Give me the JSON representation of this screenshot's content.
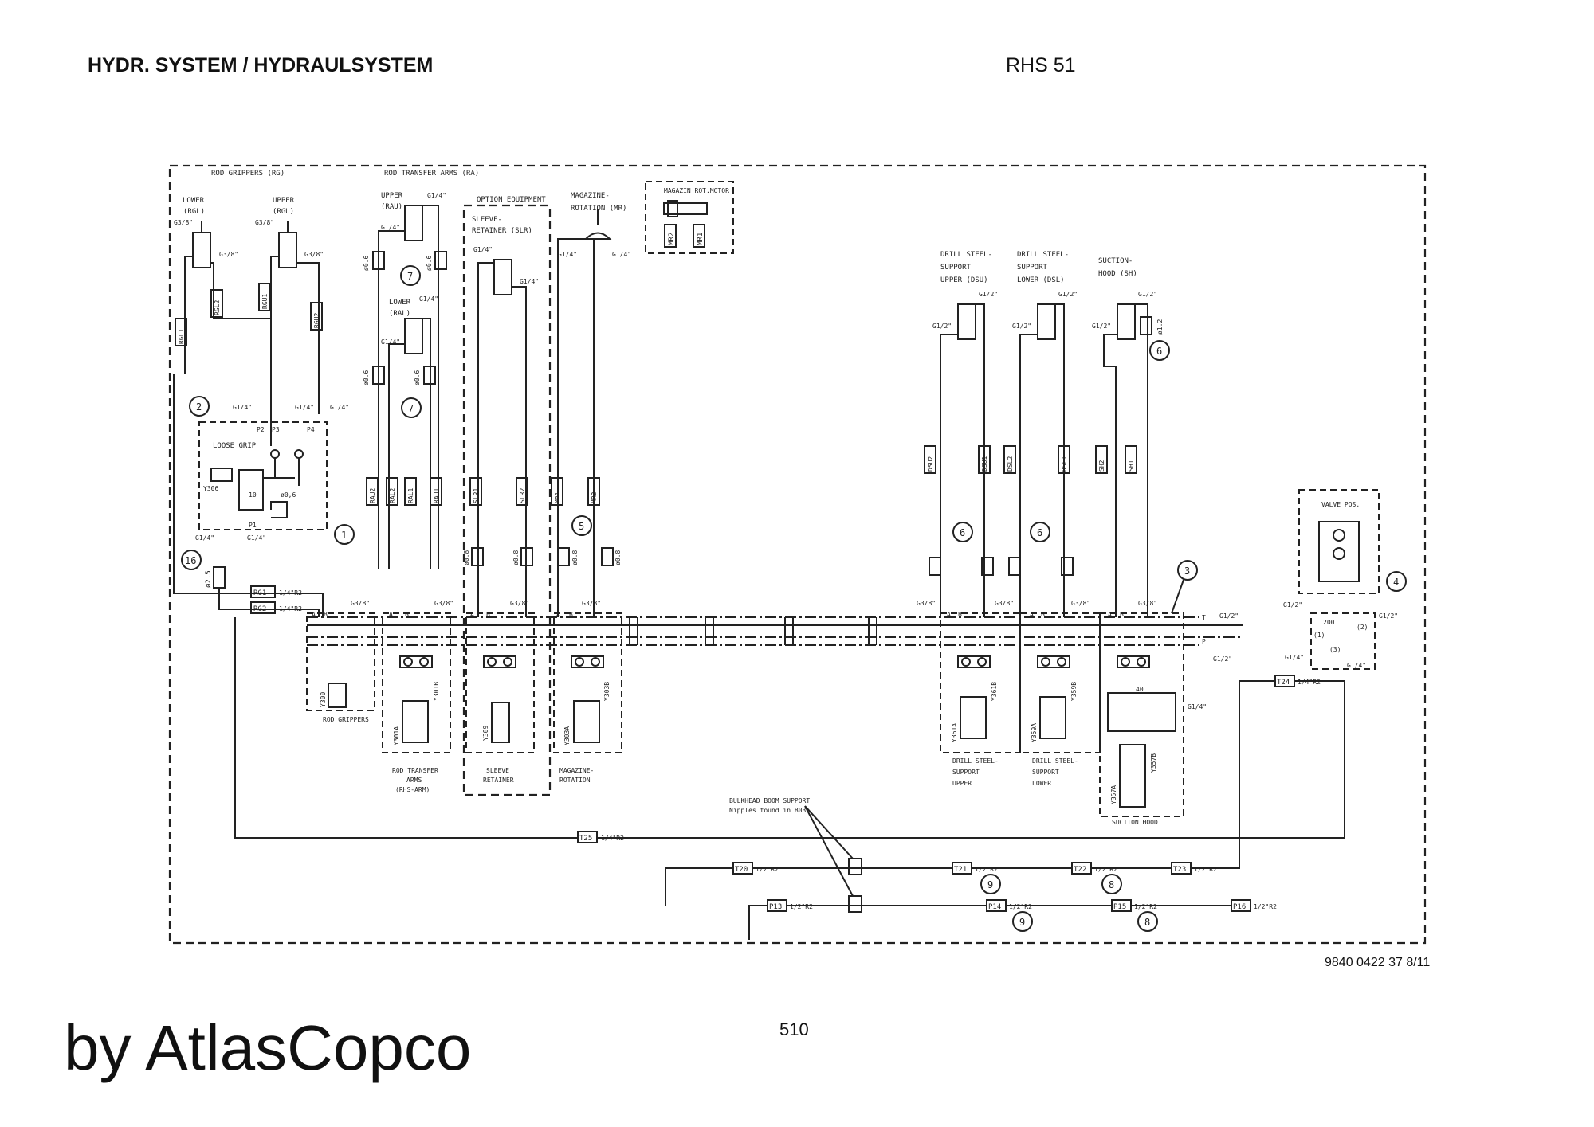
{
  "header": {
    "title_left": "HYDR. SYSTEM / HYDRAULSYSTEM",
    "title_right": "RHS 51"
  },
  "footer": {
    "doc_number": "9840 0422 37 8/11",
    "page_number": "510",
    "brand": "by AtlasCopco"
  },
  "groups": {
    "rod_grippers": "ROD GRIPPERS (RG)",
    "rod_transfer_arms": "ROD TRANSFER ARMS (RA)",
    "option_equipment": "OPTION EQUIPMENT",
    "magazine_rotation": "MAGAZINE-",
    "magazine_rotation_2": "ROTATION (MR)",
    "magazin_rot_motor": "MAGAZIN ROT.MOTOR",
    "valve_pos": "VALVE POS."
  },
  "cylinders": {
    "lower_rg": [
      "LOWER",
      "(RGL)"
    ],
    "upper_rg": [
      "UPPER",
      "(RGU)"
    ],
    "upper_ra": [
      "UPPER",
      "(RAU)"
    ],
    "lower_ra": [
      "LOWER",
      "(RAL)"
    ],
    "sleeve": [
      "SLEEVE-",
      "RETAINER (SLR)"
    ],
    "dsu": [
      "DRILL STEEL-",
      "SUPPORT",
      "UPPER (DSU)"
    ],
    "dsl": [
      "DRILL STEEL-",
      "SUPPORT",
      "LOWER (DSL)"
    ],
    "sh": [
      "SUCTION-",
      "HOOD (SH)"
    ]
  },
  "hose_tags": [
    "RGL1",
    "RGL2",
    "RGU1",
    "RGU2",
    "RAU2",
    "RAL2",
    "RAL1",
    "RAU1",
    "SLR1",
    "SLR2",
    "MR1",
    "MR2",
    "DSU2",
    "DSU1",
    "DSL2",
    "DSL1",
    "SH2",
    "SH1",
    "RG1",
    "RG2",
    "T25",
    "T20",
    "T21",
    "T22",
    "T23",
    "T24",
    "P13",
    "P14",
    "P15",
    "P16",
    "MR2",
    "MR1"
  ],
  "fittings": {
    "g38": "G3/8\"",
    "g14": "G1/4\"",
    "g12": "G1/2\"",
    "r14": "1/4\"R2",
    "r12": "1/2\"R2"
  },
  "orifices": {
    "d06": "ø0.6",
    "d08": "ø0.8",
    "d12": "ø1.2",
    "d25": "ø2.5",
    "v06": "ø0,6"
  },
  "balloons": [
    "1",
    "2",
    "3",
    "4",
    "5",
    "6",
    "7",
    "8",
    "9",
    "16"
  ],
  "valves": {
    "y306": "Y306",
    "y300": "Y300",
    "y301a": "Y301A",
    "y301b": "Y301B",
    "y309": "Y309",
    "y303a": "Y303A",
    "y303b": "Y303B",
    "y361a": "Y361A",
    "y361b": "Y361B",
    "y359a": "Y359A",
    "y359b": "Y359B",
    "y357a": "Y357A",
    "y357b": "Y357B"
  },
  "valve_labels": {
    "loose_grip": "LOOSE GRIP",
    "rod_grippers": "ROD GRIPPERS",
    "rod_transfer": [
      "ROD TRANSFER",
      "ARMS",
      "(RHS-ARM)"
    ],
    "sleeve": [
      "SLEEVE",
      "RETAINER"
    ],
    "magazine": [
      "MAGAZINE-",
      "ROTATION"
    ],
    "dsu": [
      "DRILL STEEL-",
      "SUPPORT",
      "UPPER"
    ],
    "dsl": [
      "DRILL STEEL-",
      "SUPPORT",
      "LOWER"
    ],
    "suction": "SUCTION HOOD"
  },
  "bulkhead": [
    "BULKHEAD BOOM SUPPORT",
    "Nipples found in B03"
  ],
  "ports": {
    "p1": "P1",
    "p2": "P2",
    "p3": "P3",
    "p4": "P4",
    "t": "T",
    "a": "A",
    "b": "B",
    "p": "P"
  },
  "misc": {
    "ten": "10",
    "forty": "40",
    "two_hundred": "200",
    "one": "(1)",
    "two": "(2)",
    "three": "(3)"
  }
}
